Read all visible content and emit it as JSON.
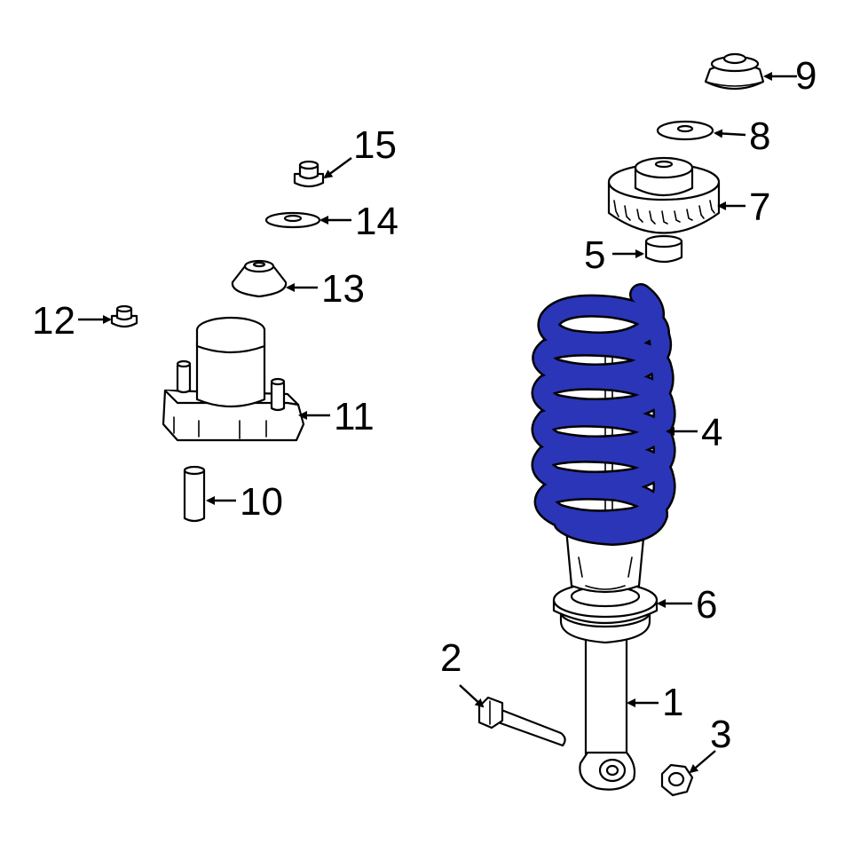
{
  "diagram": {
    "highlight_color": "#2b35b8",
    "line_color": "#000000",
    "background": "#ffffff",
    "callouts": [
      {
        "id": "1",
        "text": "1"
      },
      {
        "id": "2",
        "text": "2"
      },
      {
        "id": "3",
        "text": "3"
      },
      {
        "id": "4",
        "text": "4"
      },
      {
        "id": "5",
        "text": "5"
      },
      {
        "id": "6",
        "text": "6"
      },
      {
        "id": "7",
        "text": "7"
      },
      {
        "id": "8",
        "text": "8"
      },
      {
        "id": "9",
        "text": "9"
      },
      {
        "id": "10",
        "text": "10"
      },
      {
        "id": "11",
        "text": "11"
      },
      {
        "id": "12",
        "text": "12"
      },
      {
        "id": "13",
        "text": "13"
      },
      {
        "id": "14",
        "text": "14"
      },
      {
        "id": "15",
        "text": "15"
      }
    ],
    "highlighted_part": "4"
  }
}
